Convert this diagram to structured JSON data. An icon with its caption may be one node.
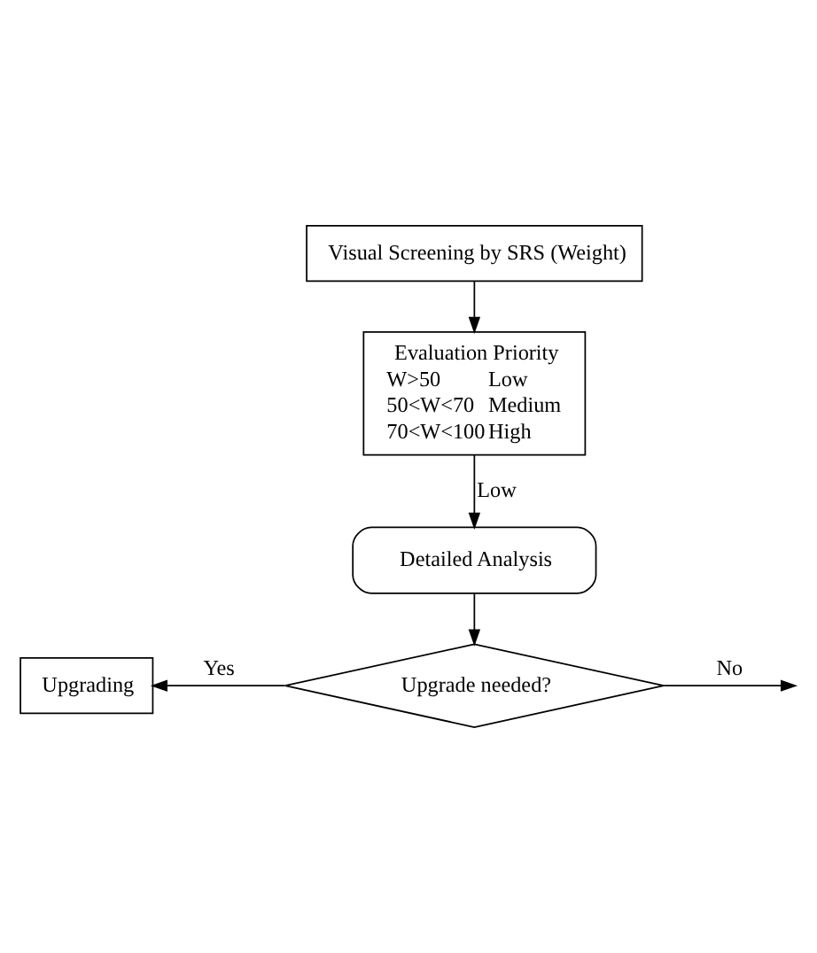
{
  "diagram": {
    "nodes": [
      {
        "text": [
          "Visual Screening by SRS (Weight)"
        ]
      },
      {
        "text": [
          "Evaluation Priority",
          "W>50",
          "Low",
          "50<W<70",
          "Medium",
          "70<W<100",
          "High"
        ]
      },
      {
        "text": [
          "Detailed Analysis"
        ]
      },
      {
        "text": [
          "Upgrade needed?"
        ]
      },
      {
        "text": [
          "Upgrading"
        ]
      }
    ],
    "edges": [
      {
        "from": 0,
        "to": 1,
        "arrow": "to"
      },
      {
        "from": 1,
        "to": 2,
        "arrow": "to",
        "label": "Low"
      },
      {
        "from": 2,
        "to": 3,
        "arrow": "to"
      },
      {
        "from": 3,
        "to": 4,
        "arrow": "to",
        "label": "Yes"
      },
      {
        "from": 3,
        "to": null,
        "arrow": "to",
        "label": "No"
      }
    ]
  }
}
